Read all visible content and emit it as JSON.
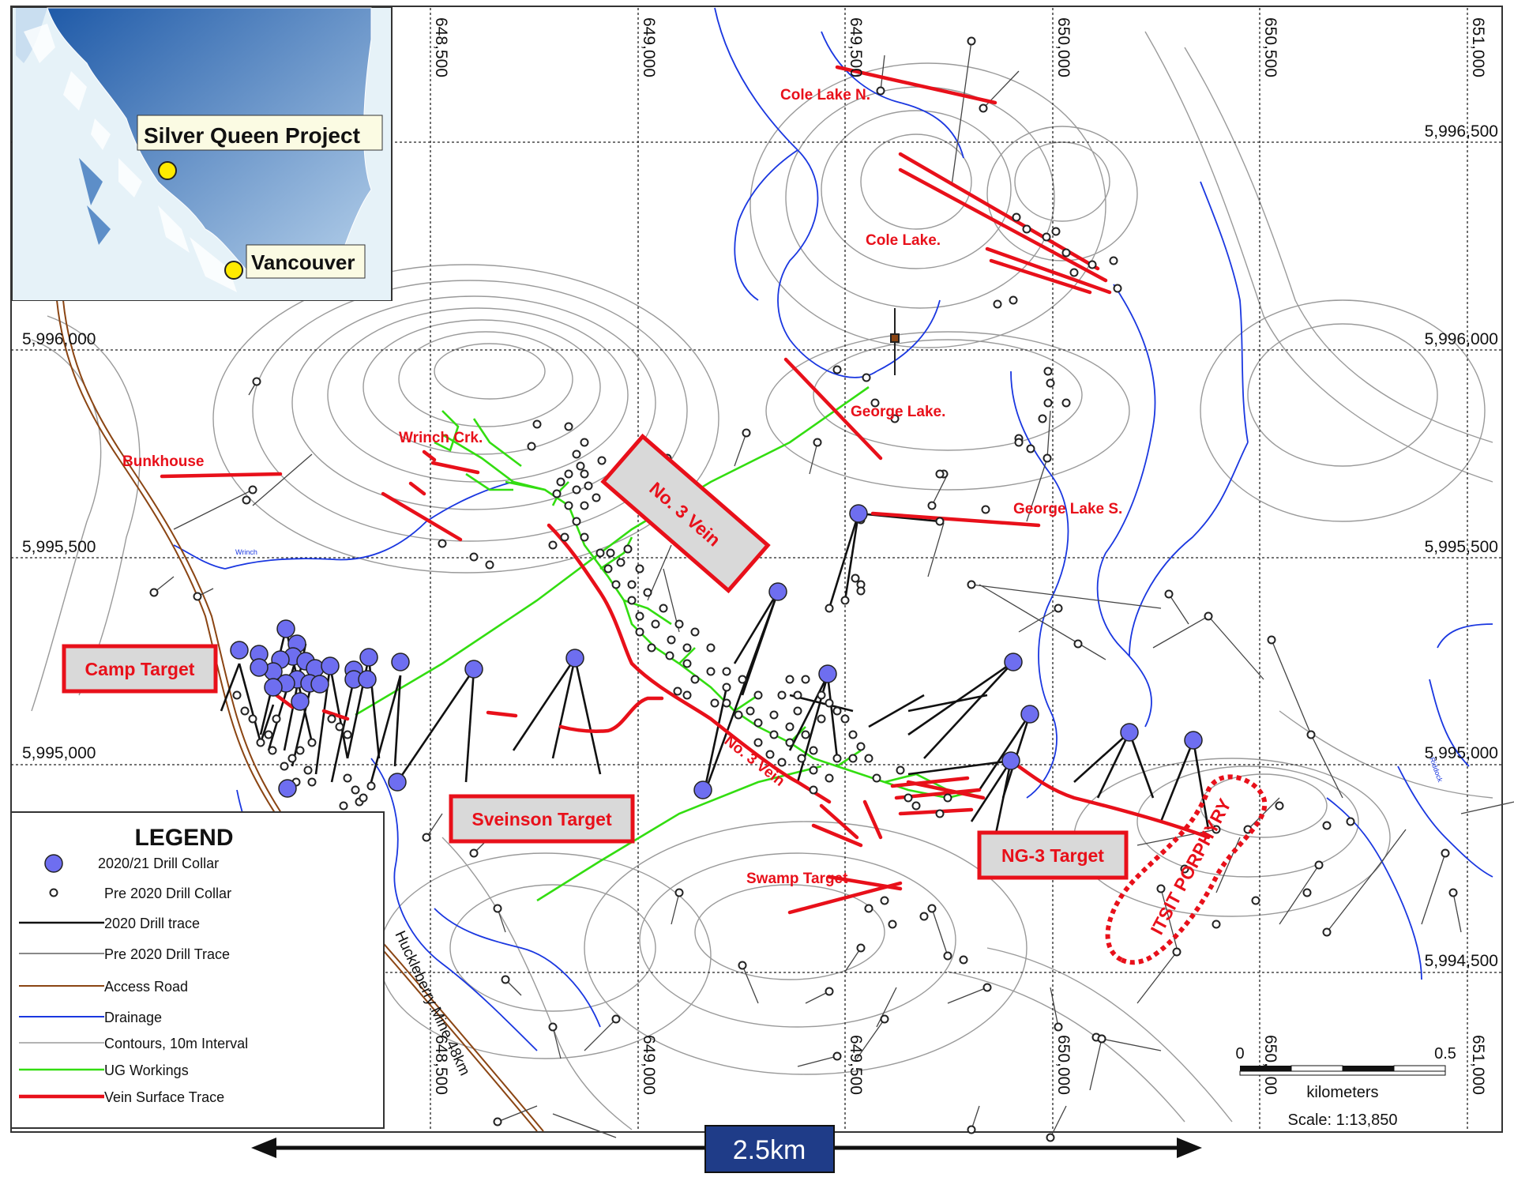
{
  "title": "",
  "inset": {
    "project_label": "Silver Queen Project",
    "city_label": "Vancouver",
    "marker_color": "#ffea00"
  },
  "grid": {
    "eastings": [
      "648,500",
      "649,000",
      "649,500",
      "650,000",
      "650,500",
      "651,000"
    ],
    "northings": [
      "5,996,500",
      "5,996,000",
      "5,995,500",
      "5,995,000",
      "5,994,500"
    ]
  },
  "vein_labels": {
    "cole_lake_n": "Cole Lake N.",
    "cole_lake": "Cole Lake.",
    "george_lake": "George Lake.",
    "george_lake_s": "George Lake S.",
    "wrinch_crk": "Wrinch Crk.",
    "bunkhouse": "Bunkhouse",
    "no3_vein_lower": "No. 3 Vein",
    "swamp_target": "Swamp Target",
    "creek": "Wrinch",
    "creek2": "Riddock"
  },
  "targets": {
    "no3_vein": "No. 3 Vein",
    "camp": "Camp Target",
    "sveinson": "Sveinson Target",
    "ng3": "NG-3 Target",
    "porphyry": "ITSIT PORPHYRY"
  },
  "road_label": "Huckleberry Mine 48km",
  "legend": {
    "title": "LEGEND",
    "items": [
      {
        "label": "2020/21 Drill Collar",
        "symbol": "collar-2020"
      },
      {
        "label": "Pre 2020 Drill Collar",
        "symbol": "collar-pre2020"
      },
      {
        "label": "2020 Drill trace",
        "symbol": "trace-2020"
      },
      {
        "label": "Pre 2020 Drill Trace",
        "symbol": "trace-pre2020"
      },
      {
        "label": "Access Road",
        "symbol": "road"
      },
      {
        "label": "Drainage",
        "symbol": "drainage"
      },
      {
        "label": "Contours, 10m Interval",
        "symbol": "contour"
      },
      {
        "label": "UG Workings",
        "symbol": "workings"
      },
      {
        "label": "Vein Surface Trace",
        "symbol": "vein"
      }
    ]
  },
  "scale": {
    "start": "0",
    "end": "0.5",
    "unit": "kilometers",
    "ratio": "Scale: 1:13,850"
  },
  "distance_label": "2.5km",
  "colors": {
    "vein": "#e8101a",
    "workings": "#33dd11",
    "drainage": "#1a37e0",
    "road": "#8b4513",
    "collar_2020": "#6e6ef0",
    "target_box_fill": "#d9d9d9",
    "distance_box": "#1f3c88"
  }
}
